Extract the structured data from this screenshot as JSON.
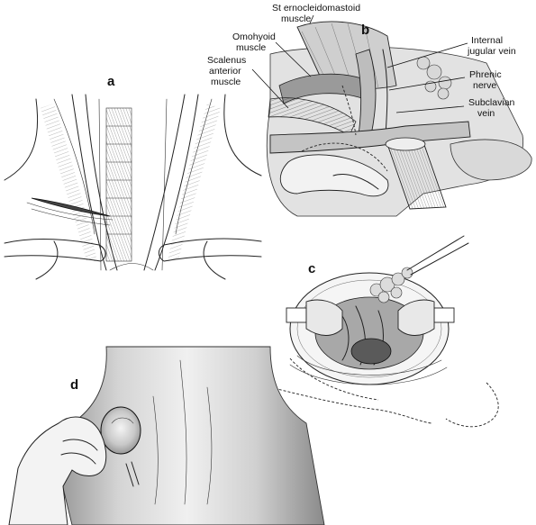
{
  "panels": [
    {
      "id": "a",
      "letter": "a"
    },
    {
      "id": "b",
      "letter": "b"
    },
    {
      "id": "c",
      "letter": "c"
    },
    {
      "id": "d",
      "letter": "d"
    }
  ],
  "labels": {
    "sternocleidomastoid": [
      "St ernocleidomastoid",
      "muscle"
    ],
    "omohyoid": [
      "Omohyoid",
      "muscle"
    ],
    "scalenus": [
      "Scalenus",
      "anterior",
      "muscle"
    ],
    "internal_jugular": [
      "Internal",
      "jugular vein"
    ],
    "phrenic": [
      "Phrenic",
      "nerve"
    ],
    "subclavian": [
      "Subclavian",
      "vein"
    ]
  }
}
